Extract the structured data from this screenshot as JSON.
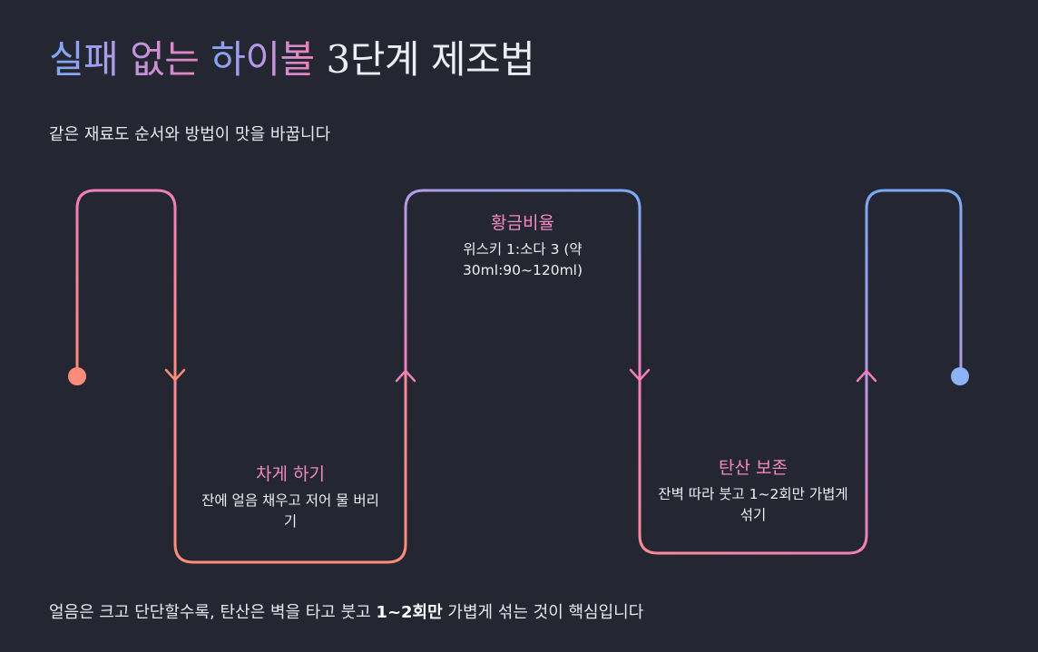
{
  "title": {
    "part1": "실패 없는 ",
    "part2": "하이볼",
    "part3": " 3단계 제조법"
  },
  "subtitle": "같은 재료도 순서와 방법이 맛을 바꿉니다",
  "steps": [
    {
      "title": "차게 하기",
      "description": "잔에 얼음 채우고 저어 물 버리기"
    },
    {
      "title": "황금비율",
      "description": "위스키 1:소다 3 (약 30ml:90~120ml)"
    },
    {
      "title": "탄산 보존",
      "description": "잔벽 따라 붓고 1~2회만 가볍게 섞기"
    }
  ],
  "footer": {
    "before": "얼음은 크고 단단할수록, 탄산은 벽을 타고 붓고 ",
    "emphasis": "1~2회만",
    "after": " 가볍게 섞는 것이 핵심입니다"
  },
  "colors": {
    "background": "#242631",
    "pink": "#f07fba",
    "coral": "#ff8c7a",
    "purple": "#b49ae8",
    "blue": "#7ba9f4",
    "start_dot": "#ff8c7a",
    "end_dot": "#8fb2f6"
  }
}
